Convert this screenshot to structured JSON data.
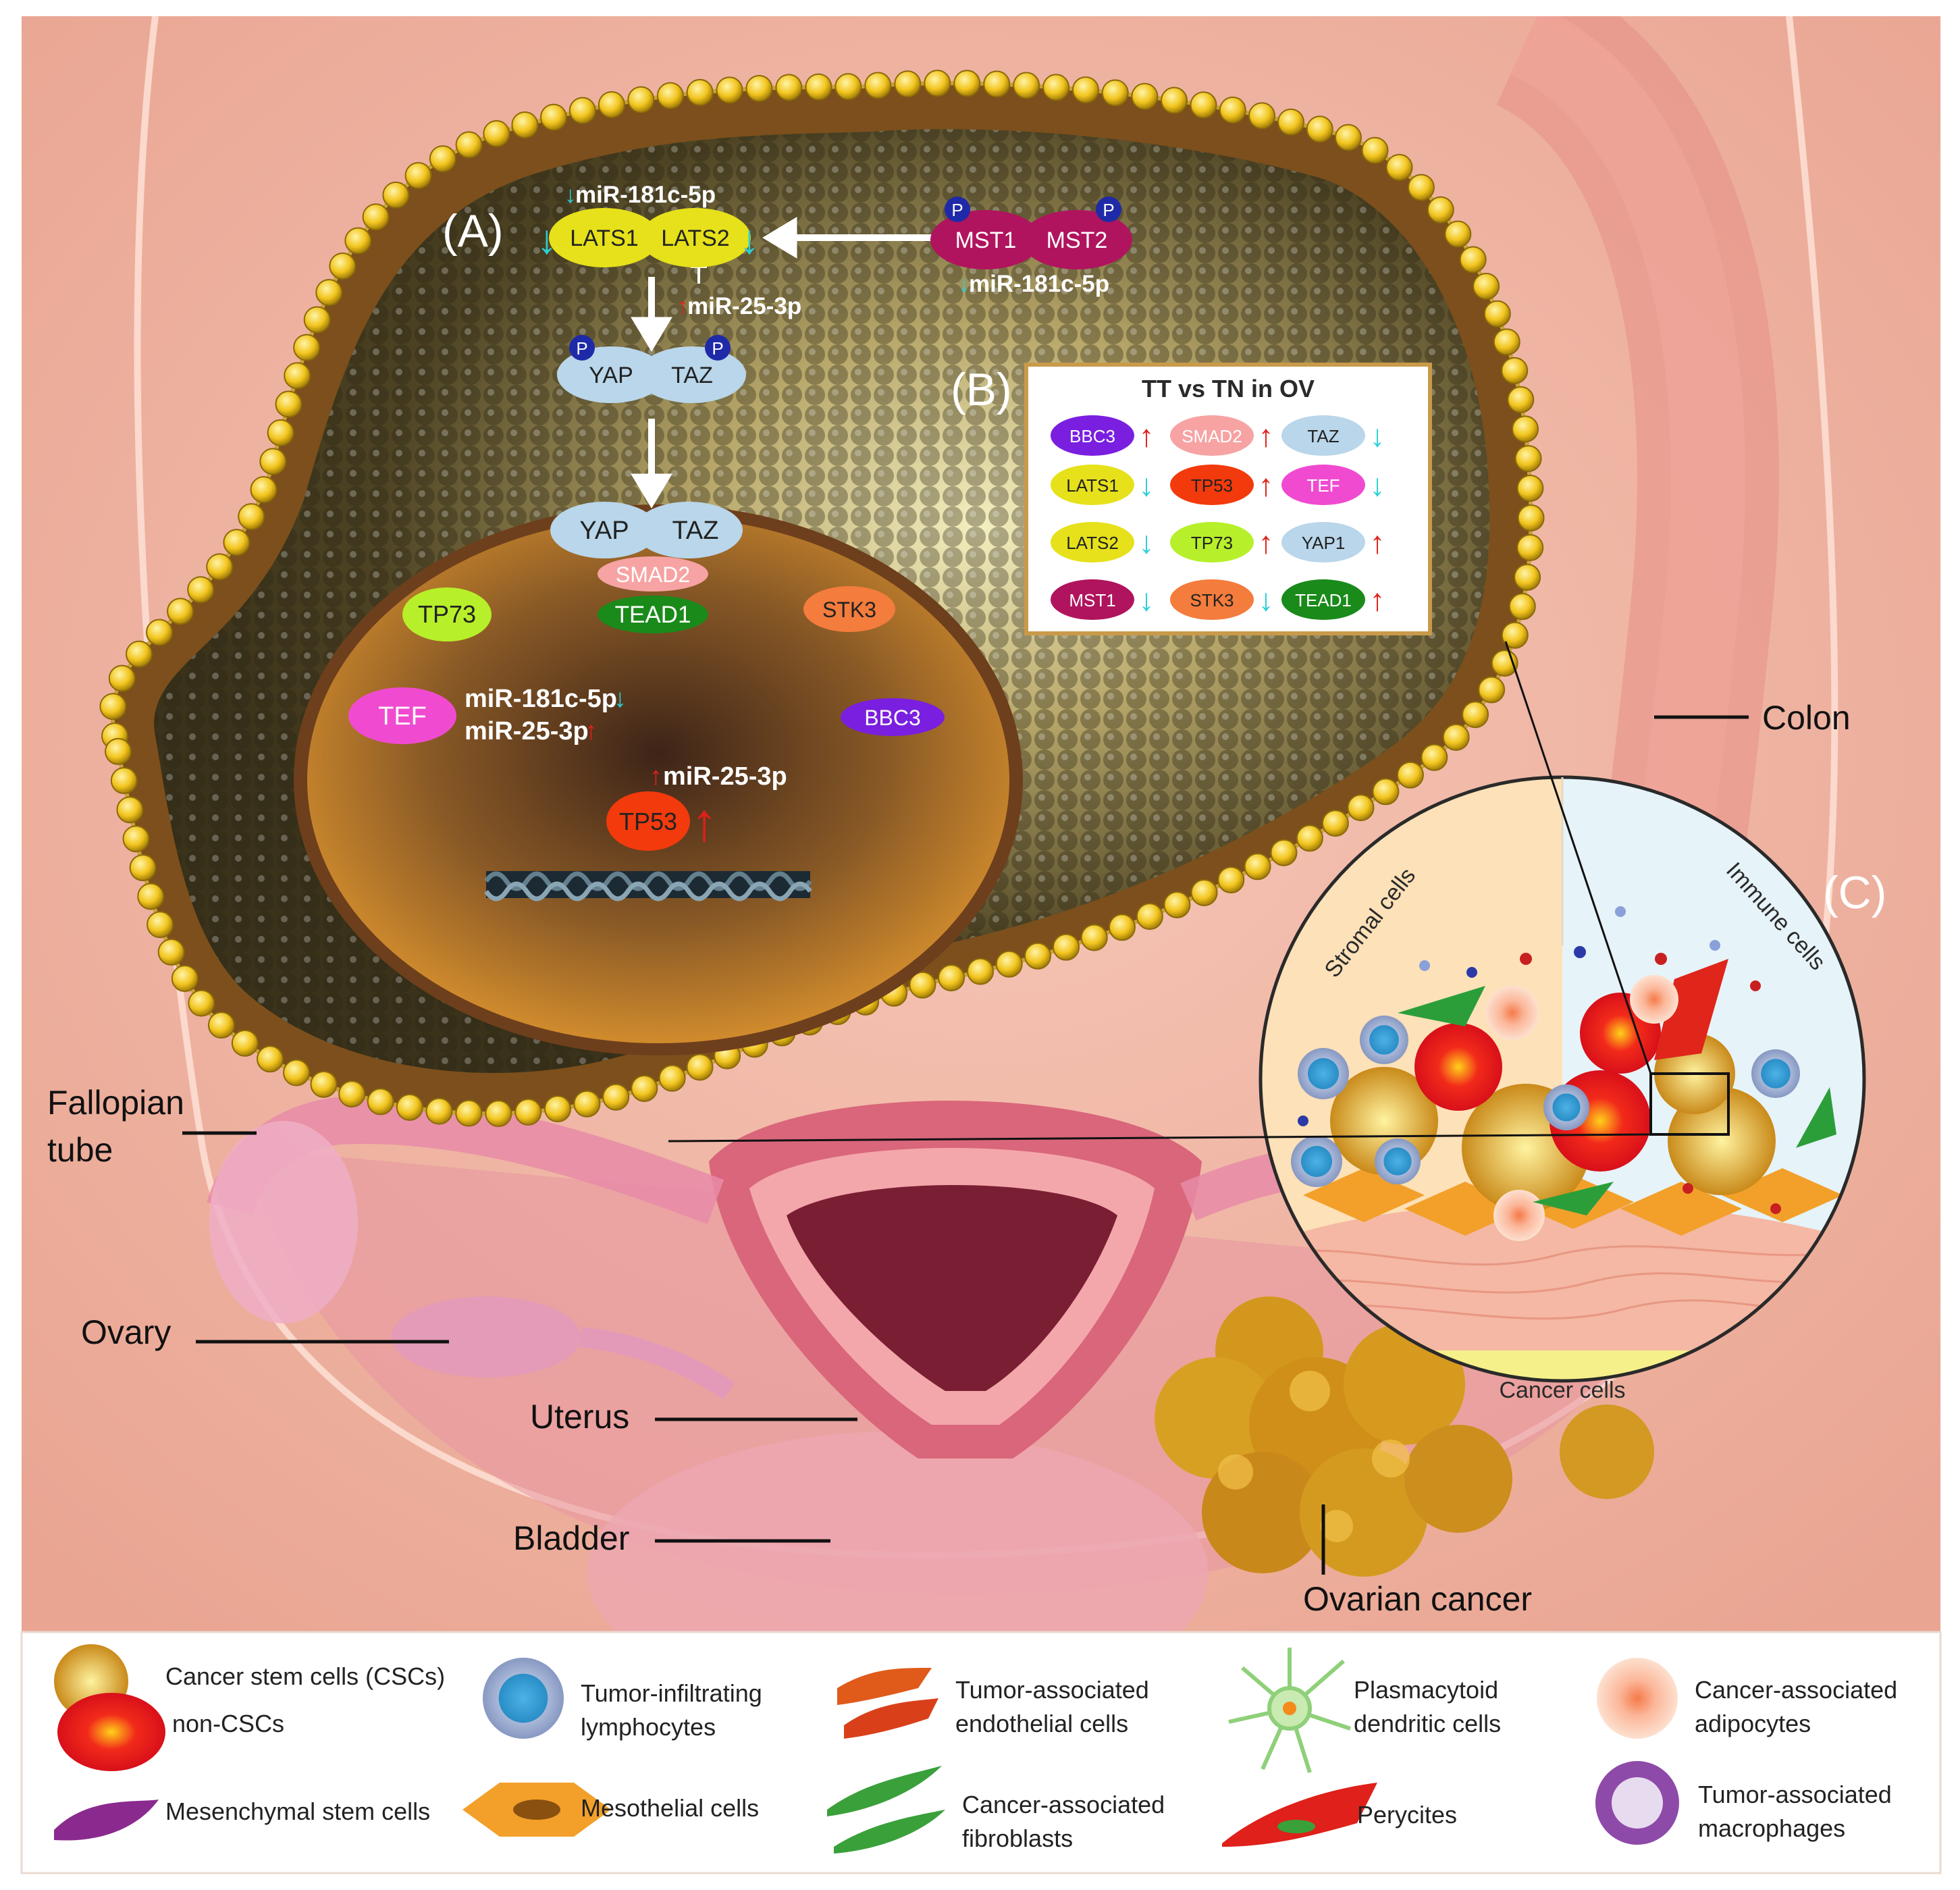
{
  "panels": {
    "a": "(A)",
    "b": "(B)",
    "c": "(C)"
  },
  "pathway": {
    "lats1": "LATS1",
    "lats2": "LATS2",
    "mst1": "MST1",
    "mst2": "MST2",
    "yap": "YAP",
    "taz": "TAZ",
    "phospho": "P",
    "mir_181_top": "miR-181c-5p",
    "mir_25_top": "miR-25-3p",
    "mir_181_mst": "miR-181c-5p"
  },
  "nucleus": {
    "yap": "YAP",
    "taz": "TAZ",
    "smad2": "SMAD2",
    "tead1": "TEAD1",
    "tp73": "TP73",
    "stk3": "STK3",
    "tef": "TEF",
    "bbc3": "BBC3",
    "tp53": "TP53",
    "mir_181": "miR-181c-5p",
    "mir_25": "miR-25-3p",
    "mir_25_tp53": "miR-25-3p"
  },
  "table_b": {
    "title": "TT vs TN in OV",
    "cells": [
      {
        "label": "BBC3",
        "color": "#7a1fe0",
        "text_color": "#ffffff",
        "dir": "up"
      },
      {
        "label": "SMAD2",
        "color": "#f7a3a3",
        "text_color": "#ffffff",
        "dir": "up"
      },
      {
        "label": "TAZ",
        "color": "#b9d6ea",
        "text_color": "#222222",
        "dir": "down"
      },
      {
        "label": "LATS1",
        "color": "#e6e11a",
        "text_color": "#222222",
        "dir": "down"
      },
      {
        "label": "TP53",
        "color": "#f23a0c",
        "text_color": "#222222",
        "dir": "up"
      },
      {
        "label": "TEF",
        "color": "#f04bd0",
        "text_color": "#ffffff",
        "dir": "down"
      },
      {
        "label": "LATS2",
        "color": "#e6e11a",
        "text_color": "#222222",
        "dir": "down"
      },
      {
        "label": "TP73",
        "color": "#b7f02a",
        "text_color": "#222222",
        "dir": "up"
      },
      {
        "label": "YAP1",
        "color": "#b9d6ea",
        "text_color": "#222222",
        "dir": "up"
      },
      {
        "label": "MST1",
        "color": "#b0145e",
        "text_color": "#ffffff",
        "dir": "down"
      },
      {
        "label": "STK3",
        "color": "#f47c3c",
        "text_color": "#222222",
        "dir": "down"
      },
      {
        "label": "TEAD1",
        "color": "#1a8a1a",
        "text_color": "#ffffff",
        "dir": "up"
      }
    ]
  },
  "microenv": {
    "stromal": "Stromal cells",
    "immune": "Immune cells",
    "cancer": "Cancer cells"
  },
  "anatomy": {
    "colon": "Colon",
    "fallopian_1": "Fallopian",
    "fallopian_2": "tube",
    "ovary": "Ovary",
    "uterus": "Uterus",
    "bladder": "Bladder",
    "ovarian_cancer": "Ovarian cancer"
  },
  "legend": {
    "csc": "Cancer stem cells (CSCs)",
    "noncsc": "non-CSCs",
    "til_1": "Tumor-infiltrating",
    "til_2": "lymphocytes",
    "tec_1": "Tumor-associated",
    "tec_2": "endothelial cells",
    "pdc_1": "Plasmacytoid",
    "pdc_2": "dendritic cells",
    "caa_1": "Cancer-associated",
    "caa_2": "adipocytes",
    "msc": "Mesenchymal stem cells",
    "meso": "Mesothelial cells",
    "caf_1": "Cancer-associated",
    "caf_2": "fibroblasts",
    "pery": "Perycites",
    "tam_1": "Tumor-associated",
    "tam_2": "macrophages"
  },
  "colors": {
    "up_arrow": "#e0201a",
    "down_arrow": "#2ad0d8",
    "background": "#efb4a2"
  }
}
